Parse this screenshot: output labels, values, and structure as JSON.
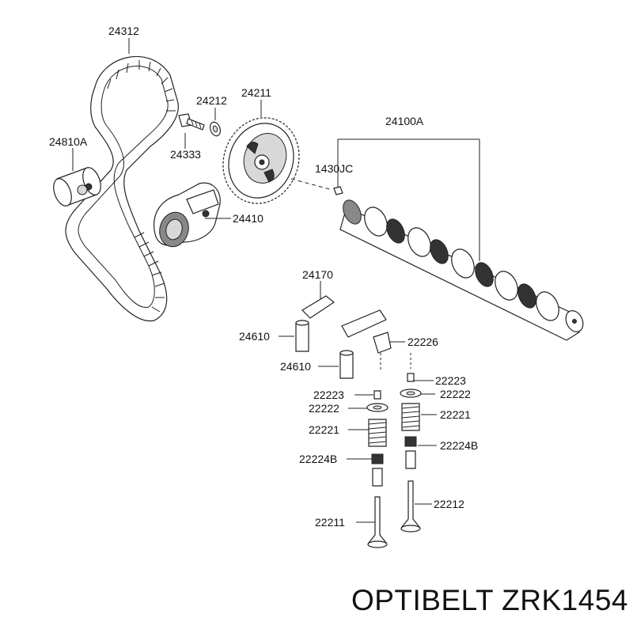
{
  "labels": {
    "belt": "24312",
    "idler": "24810A",
    "bolt": "24212",
    "washer": "24333",
    "sprocket": "24211",
    "camshaft": "24100A",
    "pin": "1430JC",
    "tensioner": "24410",
    "rocker": "24170",
    "lifter_1": "24610",
    "lifter_2": "24610",
    "lash_adjuster": "22226",
    "retainer_lock_right": "22223",
    "retainer_lock_left": "22223",
    "retainer_right": "22222",
    "retainer_left": "22222",
    "spring_right": "22221",
    "spring_left": "22221",
    "seal_right": "22224B",
    "seal_left": "22224B",
    "valve_exhaust": "22212",
    "valve_intake": "22211"
  },
  "brand_caption": "OPTIBELT ZRK1454"
}
